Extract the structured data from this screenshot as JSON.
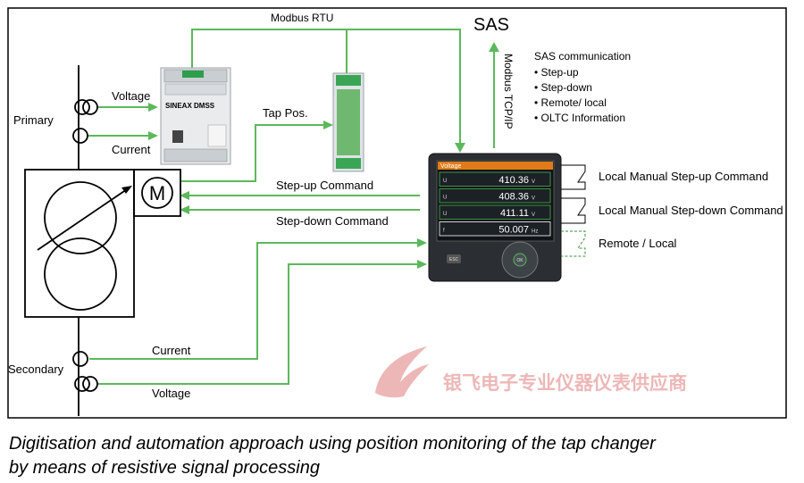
{
  "labels": {
    "modbus_rtu": "Modbus RTU",
    "sas": "SAS",
    "modbus_tcp": "Modbus TCP/IP",
    "sas_communication_title": "SAS communication",
    "sas_items": [
      "• Step-up",
      "• Step-down",
      "• Remote/ local",
      "• OLTC Information"
    ],
    "primary": "Primary",
    "secondary": "Secondary",
    "voltage_top": "Voltage",
    "current_top": "Current",
    "tap_pos": "Tap Pos.",
    "step_up_command": "Step-up Command",
    "step_down_command": "Step-down Command",
    "current_bottom": "Current",
    "voltage_bottom": "Voltage",
    "local_step_up": "Local Manual Step-up Command",
    "local_step_down": "Local Manual Step-down Command",
    "remote_local": "Remote / Local",
    "motor": "M",
    "watermark": "银飞电子专业仪器仪表供应商"
  },
  "devices": {
    "dmss": {
      "name": "SINEAX DMSS"
    },
    "hmi": {
      "screen_title": "Voltage",
      "readings": [
        {
          "name": "U",
          "value": "410.36",
          "unit": "V"
        },
        {
          "name": "U",
          "value": "408.36",
          "unit": "V"
        },
        {
          "name": "U",
          "value": "411.11",
          "unit": "V"
        },
        {
          "name": "f",
          "value": "50.007",
          "unit": "Hz"
        }
      ],
      "center_button": "OK",
      "esc_button": "ESC"
    }
  },
  "caption": {
    "line1": "Digitisation and automation approach using position monitoring of the tap changer",
    "line2": "by means of resistive signal processing"
  },
  "colors": {
    "signal_green": "#5cb85c",
    "frame": "#000000",
    "watermark": "#e8a0a0"
  }
}
